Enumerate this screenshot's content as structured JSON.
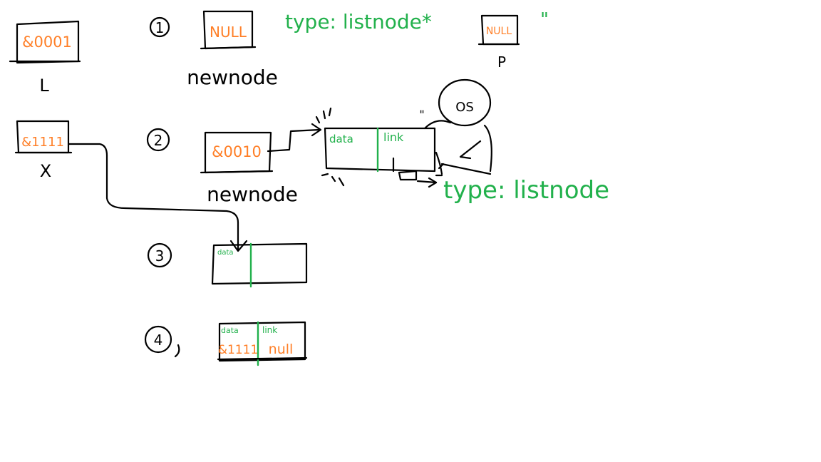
{
  "colors": {
    "ink": "#000000",
    "orange": "#ff7f27",
    "green": "#22b14c",
    "background": "#ffffff"
  },
  "variables": {
    "L": {
      "value": "&0001",
      "name": "L"
    },
    "X": {
      "value": "&1111",
      "name": "X"
    }
  },
  "steps": [
    {
      "number": "1",
      "box_value": "NULL",
      "label": "newnode",
      "type_note": "type: listnode*",
      "p_box_value": "NULL",
      "p_label": "P",
      "ditto": "\""
    },
    {
      "number": "2",
      "box_value": "&0010",
      "label": "newnode",
      "node_fields": [
        "data",
        "link"
      ],
      "allocator": "OS",
      "allocator_mark": "\"",
      "type_note": "type: listnode"
    },
    {
      "number": "3",
      "node_fields": [
        "data"
      ]
    },
    {
      "number": "4",
      "node_fields": [
        "data",
        "link"
      ],
      "node_values": [
        "&1111",
        "null"
      ]
    }
  ]
}
